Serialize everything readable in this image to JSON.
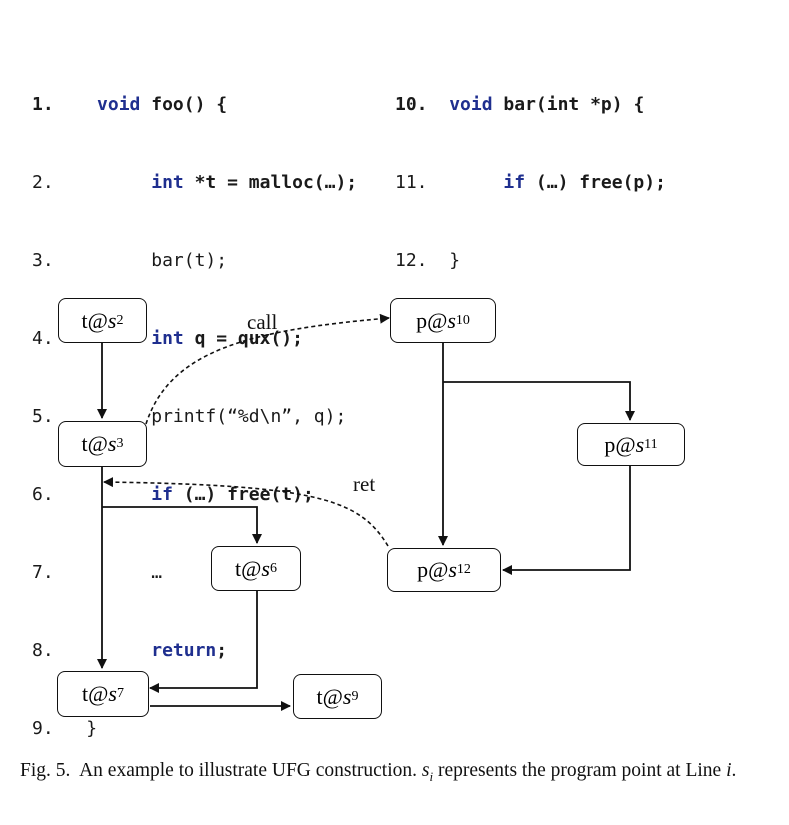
{
  "code": {
    "left": [
      {
        "n": "1.",
        "kw": "void",
        "rest": " foo() {"
      },
      {
        "n": "2.",
        "indent": true,
        "kw": "int",
        "rest": " *t = malloc(…);"
      },
      {
        "n": "3.",
        "indent": true,
        "kw": "",
        "rest": "bar(t);"
      },
      {
        "n": "4.",
        "indent": true,
        "kw": "int",
        "rest": " q = qux();"
      },
      {
        "n": "5.",
        "indent": true,
        "kw": "",
        "rest": "printf(“%d\\n”, q);"
      },
      {
        "n": "6.",
        "indent": true,
        "kw": "if",
        "rest": " (…) free(t);"
      },
      {
        "n": "7.",
        "indent": true,
        "kw": "",
        "rest": "…"
      },
      {
        "n": "8.",
        "indent": true,
        "kw": "return",
        "rest": ";"
      },
      {
        "n": "9.",
        "kw": "",
        "rest": "}"
      }
    ],
    "right": [
      {
        "n": "10.",
        "kw": "void",
        "rest": " bar(int *p) {"
      },
      {
        "n": "11.",
        "indent": true,
        "kw": "if",
        "rest": " (…) free(p);"
      },
      {
        "n": "12.",
        "kw": "",
        "rest": "}"
      }
    ]
  },
  "nodes": {
    "t_s2": {
      "var": "t",
      "sub": "2"
    },
    "t_s3": {
      "var": "t",
      "sub": "3"
    },
    "t_s6": {
      "var": "t",
      "sub": "6"
    },
    "t_s7": {
      "var": "t",
      "sub": "7"
    },
    "t_s9": {
      "var": "t",
      "sub": "9"
    },
    "p_s10": {
      "var": "p",
      "sub": "10"
    },
    "p_s11": {
      "var": "p",
      "sub": "11"
    },
    "p_s12": {
      "var": "p",
      "sub": "12"
    }
  },
  "edge_labels": {
    "call": "call",
    "ret": "ret"
  },
  "caption": {
    "fig": "Fig. 5.",
    "text1": "An example to illustrate UFG construction. ",
    "sym": "s",
    "sym_sub": "i",
    "text2": " represents the program point at Line ",
    "var": "i",
    "end": "."
  }
}
